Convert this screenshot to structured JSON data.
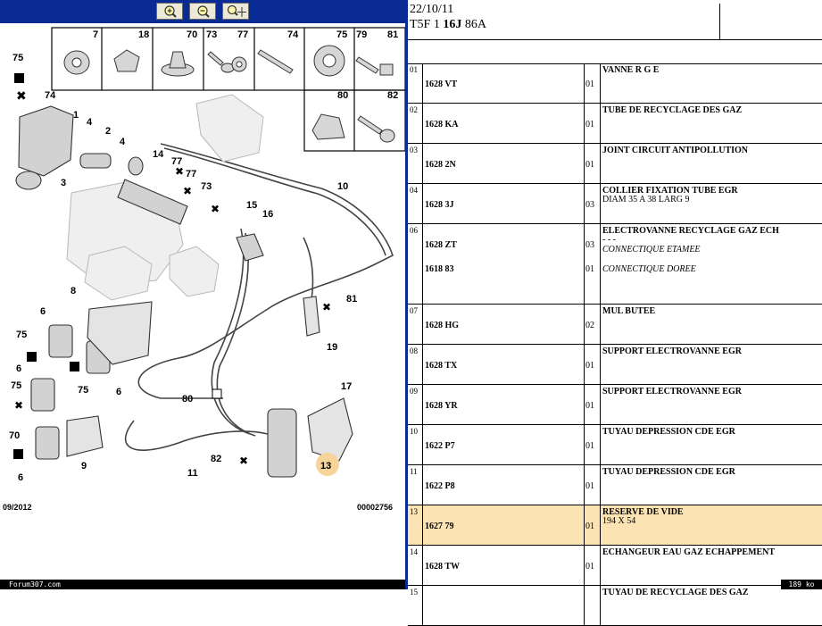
{
  "toolbar": {
    "zoom_in_icon": "zoom-in-icon",
    "zoom_out_icon": "zoom-out-icon",
    "zoom_move_icon": "zoom-move-icon"
  },
  "diagram": {
    "header_numbers": [
      "7",
      "18",
      "70",
      "73",
      "77",
      "74",
      "75",
      "79",
      "81",
      "80",
      "82"
    ],
    "callouts": [
      "75",
      "74",
      "1",
      "2",
      "4",
      "4",
      "3",
      "14",
      "77",
      "77",
      "73",
      "15",
      "16",
      "10",
      "8",
      "81",
      "19",
      "6",
      "75",
      "6",
      "75",
      "75",
      "6",
      "80",
      "17",
      "70",
      "9",
      "82",
      "13",
      "11",
      "6"
    ],
    "date_code": "09/2012",
    "diagram_code": "00002756",
    "highlight_color": "#f7d49a"
  },
  "footer": {
    "forum_label": "Forum307.com",
    "size_label": "189 ko"
  },
  "header": {
    "date": "22/10/11",
    "model_prefix": "T5F 1 ",
    "model_bold": "16J",
    "model_suffix": " 86A"
  },
  "parts": [
    {
      "num": "01",
      "refs": [
        "1628 VT"
      ],
      "qtys": [
        "01"
      ],
      "title": "VANNE R G E",
      "subs": []
    },
    {
      "num": "02",
      "refs": [
        "1628 KA"
      ],
      "qtys": [
        "01"
      ],
      "title": "TUBE DE RECYCLAGE DES GAZ",
      "subs": []
    },
    {
      "num": "03",
      "refs": [
        "1628 2N"
      ],
      "qtys": [
        "01"
      ],
      "title": "JOINT CIRCUIT ANTIPOLLUTION",
      "subs": []
    },
    {
      "num": "04",
      "refs": [
        "1628 3J"
      ],
      "qtys": [
        "03"
      ],
      "title": "COLLIER FIXATION TUBE EGR",
      "subs": [
        "DIAM 35 A 38 LARG 9"
      ]
    },
    {
      "num": "06",
      "refs": [
        "1628 ZT",
        "1618 83"
      ],
      "qtys": [
        "03",
        "01"
      ],
      "title": "ELECTROVANNE RECYCLAGE GAZ ECH",
      "subs": [
        "- - -",
        "CONNECTIQUE ETAMEE",
        "CONNECTIQUE DOREE"
      ]
    },
    {
      "num": "07",
      "refs": [
        "1628 HG"
      ],
      "qtys": [
        "02"
      ],
      "title": "MUL BUTEE",
      "subs": []
    },
    {
      "num": "08",
      "refs": [
        "1628 TX"
      ],
      "qtys": [
        "01"
      ],
      "title": "SUPPORT ELECTROVANNE EGR",
      "subs": []
    },
    {
      "num": "09",
      "refs": [
        "1628 YR"
      ],
      "qtys": [
        "01"
      ],
      "title": "SUPPORT ELECTROVANNE EGR",
      "subs": []
    },
    {
      "num": "10",
      "refs": [
        "1622 P7"
      ],
      "qtys": [
        "01"
      ],
      "title": "TUYAU DEPRESSION CDE EGR",
      "subs": []
    },
    {
      "num": "11",
      "refs": [
        "1622 P8"
      ],
      "qtys": [
        "01"
      ],
      "title": "TUYAU DEPRESSION CDE EGR",
      "subs": []
    },
    {
      "num": "13",
      "refs": [
        "1627 79"
      ],
      "qtys": [
        "01"
      ],
      "title": "RESERVE DE VIDE",
      "subs": [
        "194 X 54"
      ],
      "selected": true
    },
    {
      "num": "14",
      "refs": [
        "1628 TW"
      ],
      "qtys": [
        "01"
      ],
      "title": "ECHANGEUR EAU GAZ ECHAPPEMENT",
      "subs": []
    },
    {
      "num": "15",
      "refs": [
        ""
      ],
      "qtys": [
        ""
      ],
      "title": "TUYAU DE RECYCLAGE DES GAZ",
      "subs": []
    }
  ]
}
